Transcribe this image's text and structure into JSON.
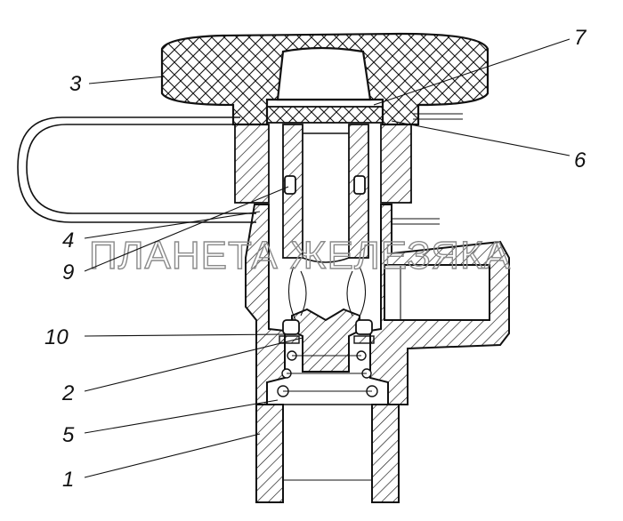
{
  "labels": {
    "part_1": "1",
    "part_2": "2",
    "part_3": "3",
    "part_4": "4",
    "part_5": "5",
    "part_6": "6",
    "part_7": "7",
    "part_9": "9",
    "part_10": "10"
  },
  "watermark": "ПЛАНЕТА ЖЕЛЕЗЯКА",
  "colors": {
    "ink": "#111111",
    "paper": "#ffffff",
    "watermark": "#8a8a8a"
  }
}
